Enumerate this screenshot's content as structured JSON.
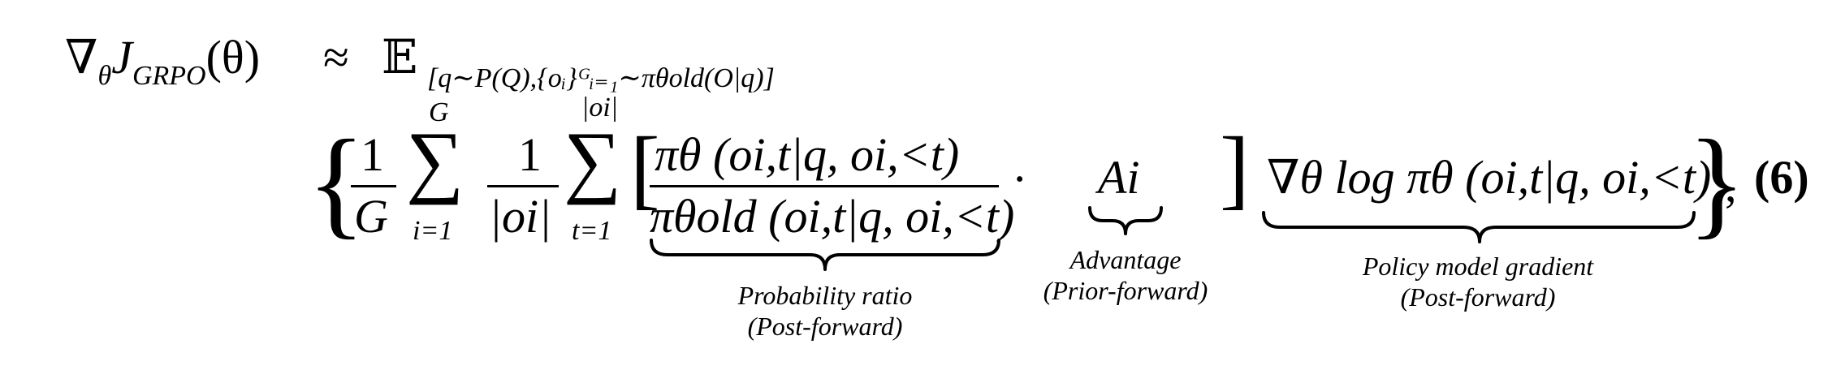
{
  "equation": {
    "lhs": "∇θJGRPO(θ) ≈ 𝔼",
    "lhs_parts": {
      "nabla": "∇",
      "theta_sub": "θ",
      "j": "J",
      "j_sub": "GRPO",
      "arg": "(θ)",
      "approx": "≈",
      "expect": "𝔼"
    },
    "expectation_subscript": "[q∼P(Q),{oᵢ}ᴳᵢ₌₁∼πθold(O|q)]",
    "frac_one_over_g": {
      "num": "1",
      "den": "G"
    },
    "sum_i": {
      "upper": "G",
      "lower": "i=1",
      "symbol": "∑"
    },
    "frac_one_over_oi": {
      "num": "1",
      "den": "|oi|"
    },
    "sum_t": {
      "upper": "|oi|",
      "lower": "t=1",
      "symbol": "∑"
    },
    "ratio": {
      "num": "πθ (oi,t|q, oi,<t)",
      "den": "πθold (oi,t|q, oi,<t)"
    },
    "dot": "·",
    "advantage_term": "Ai",
    "gradient_term": "∇θ log πθ (oi,t|q, oi,<t)",
    "equation_number": "(6)",
    "trailing_comma": ","
  },
  "labels": {
    "probability_ratio": {
      "line1": "Probability ratio",
      "line2": "(Post-forward)"
    },
    "advantage": {
      "line1": "Advantage",
      "line2": "(Prior-forward)"
    },
    "policy_gradient": {
      "line1": "Policy model gradient",
      "line2": "(Post-forward)"
    }
  }
}
